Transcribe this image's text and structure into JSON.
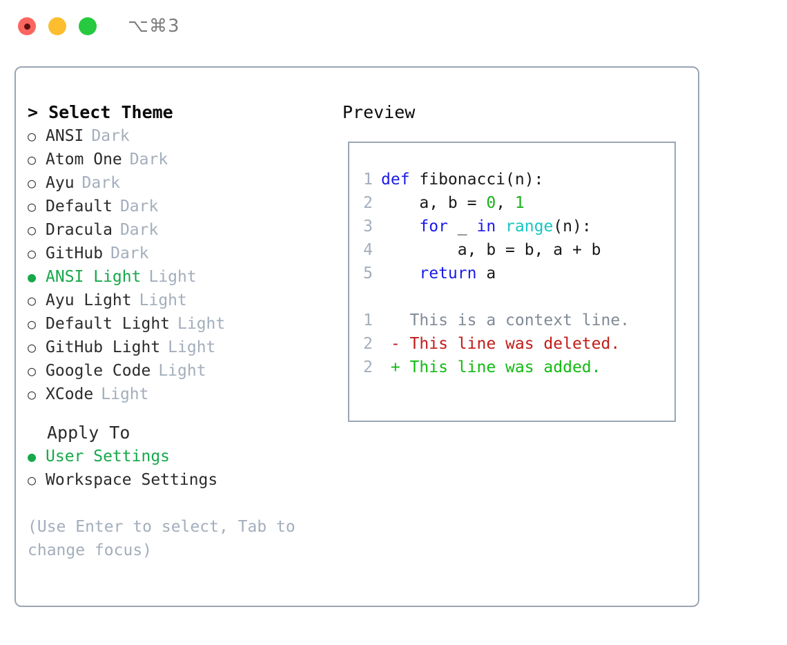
{
  "titlebar": {
    "traffic_lights": [
      {
        "name": "close-button",
        "color": "#fb6560",
        "recording": true
      },
      {
        "name": "minimize-button",
        "color": "#fcbd2e",
        "recording": false
      },
      {
        "name": "maximize-button",
        "color": "#27c93f",
        "recording": false
      }
    ],
    "shortcut": "⌥⌘3"
  },
  "theme_picker": {
    "header": "> Select Theme",
    "items": [
      {
        "bullet": "○",
        "label": "ANSI",
        "tag": "Dark",
        "selected": false
      },
      {
        "bullet": "○",
        "label": "Atom One",
        "tag": "Dark",
        "selected": false
      },
      {
        "bullet": "○",
        "label": "Ayu",
        "tag": "Dark",
        "selected": false
      },
      {
        "bullet": "○",
        "label": "Default",
        "tag": "Dark",
        "selected": false
      },
      {
        "bullet": "○",
        "label": "Dracula",
        "tag": "Dark",
        "selected": false
      },
      {
        "bullet": "○",
        "label": "GitHub",
        "tag": "Dark",
        "selected": false
      },
      {
        "bullet": "●",
        "label": "ANSI Light",
        "tag": "Light",
        "selected": true
      },
      {
        "bullet": "○",
        "label": "Ayu Light",
        "tag": "Light",
        "selected": false
      },
      {
        "bullet": "○",
        "label": "Default Light",
        "tag": "Light",
        "selected": false
      },
      {
        "bullet": "○",
        "label": "GitHub Light",
        "tag": "Light",
        "selected": false
      },
      {
        "bullet": "○",
        "label": "Google Code",
        "tag": "Light",
        "selected": false
      },
      {
        "bullet": "○",
        "label": "XCode",
        "tag": "Light",
        "selected": false
      }
    ]
  },
  "apply_to": {
    "header": "Apply To",
    "items": [
      {
        "bullet": "●",
        "label": "User Settings",
        "selected": true
      },
      {
        "bullet": "○",
        "label": "Workspace Settings",
        "selected": false
      }
    ]
  },
  "hint": "(Use Enter to select, Tab to change focus)",
  "preview": {
    "title": "Preview",
    "code_lines": [
      {
        "lineno": "1",
        "tokens": [
          {
            "text": "def",
            "type": "kw"
          },
          {
            "text": " fibonacci(n):",
            "type": "plain"
          }
        ]
      },
      {
        "lineno": "2",
        "tokens": [
          {
            "text": "    a, b = ",
            "type": "plain"
          },
          {
            "text": "0",
            "type": "num"
          },
          {
            "text": ", ",
            "type": "plain"
          },
          {
            "text": "1",
            "type": "num"
          }
        ]
      },
      {
        "lineno": "3",
        "tokens": [
          {
            "text": "    ",
            "type": "plain"
          },
          {
            "text": "for",
            "type": "kw"
          },
          {
            "text": " _ ",
            "type": "plain"
          },
          {
            "text": "in",
            "type": "kw"
          },
          {
            "text": " ",
            "type": "plain"
          },
          {
            "text": "range",
            "type": "fn"
          },
          {
            "text": "(n):",
            "type": "plain"
          }
        ]
      },
      {
        "lineno": "4",
        "tokens": [
          {
            "text": "        a, b = b, a + b",
            "type": "plain"
          }
        ]
      },
      {
        "lineno": "5",
        "tokens": [
          {
            "text": "    ",
            "type": "plain"
          },
          {
            "text": "return",
            "type": "kw"
          },
          {
            "text": " a",
            "type": "plain"
          }
        ]
      }
    ],
    "diff_lines": [
      {
        "lineno": "1",
        "text": "   This is a context line.",
        "kind": "ctx"
      },
      {
        "lineno": "2",
        "text": " - This line was deleted.",
        "kind": "del"
      },
      {
        "lineno": "2",
        "text": " + This line was added.",
        "kind": "add"
      }
    ]
  },
  "colors": {
    "accent_green": "#16a84a",
    "muted": "#a3aebc",
    "border": "#9aa5b4",
    "keyword_blue": "#1a1ae8",
    "number_green": "#18b118",
    "function_cyan": "#16c5c5",
    "diff_delete": "#c21b17",
    "diff_add": "#11bb11"
  }
}
